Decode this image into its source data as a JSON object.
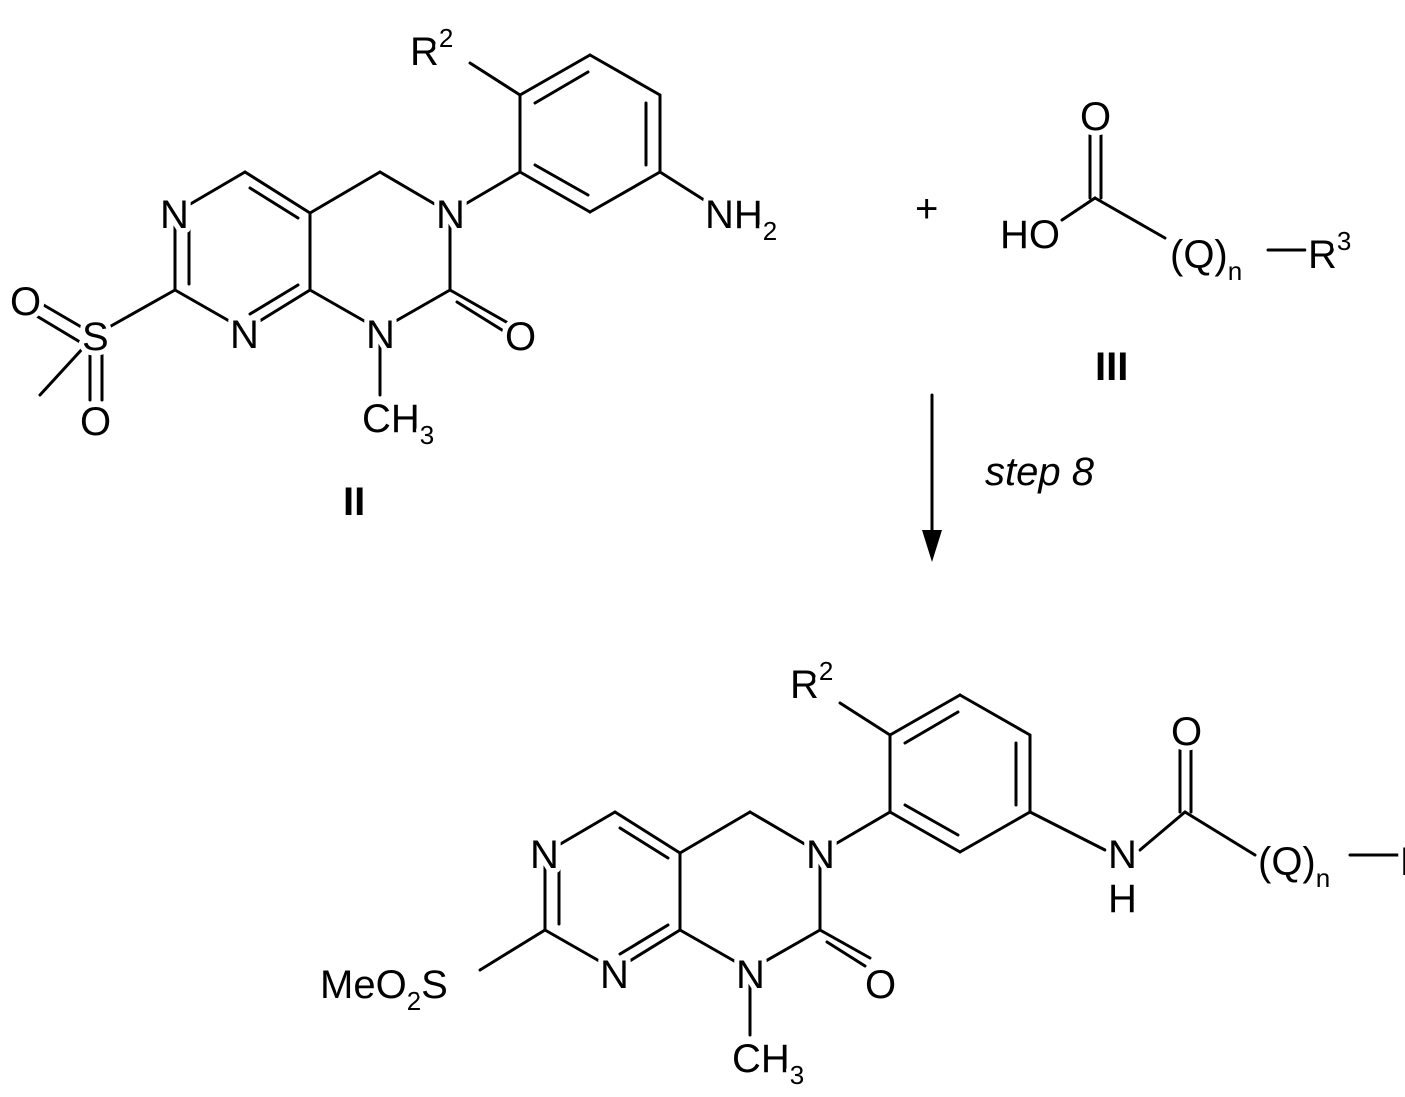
{
  "reactant_II": {
    "atoms": {
      "n_ring_1": "N",
      "n_ring_2": "N",
      "n3": "N",
      "n1": "N",
      "o_carbonyl": "O",
      "ch3": "CH",
      "ch3_sub": "3",
      "s": "S",
      "o_s1": "O",
      "o_s2": "O",
      "r2": "R",
      "r2_sup": "2",
      "nh2": "NH",
      "nh2_sub": "2"
    },
    "label": "II"
  },
  "plus": "+",
  "reactant_III": {
    "atoms": {
      "ho": "HO",
      "o": "O",
      "q": "(Q)",
      "n": "n",
      "r3": "R",
      "r3_sup": "3"
    },
    "label": "III"
  },
  "arrow": {
    "label": "step 8"
  },
  "product": {
    "atoms": {
      "n_ring_1": "N",
      "n_ring_2": "N",
      "n3": "N",
      "n1": "N",
      "o_carbonyl": "O",
      "ch3": "CH",
      "ch3_sub": "3",
      "meo": "MeO",
      "meo_sub": "2",
      "s": "S",
      "r2": "R",
      "r2_sup": "2",
      "nh_n": "N",
      "nh_h": "H",
      "o_amide": "O",
      "q": "(Q)",
      "n": "n",
      "r_cut": "R"
    }
  }
}
